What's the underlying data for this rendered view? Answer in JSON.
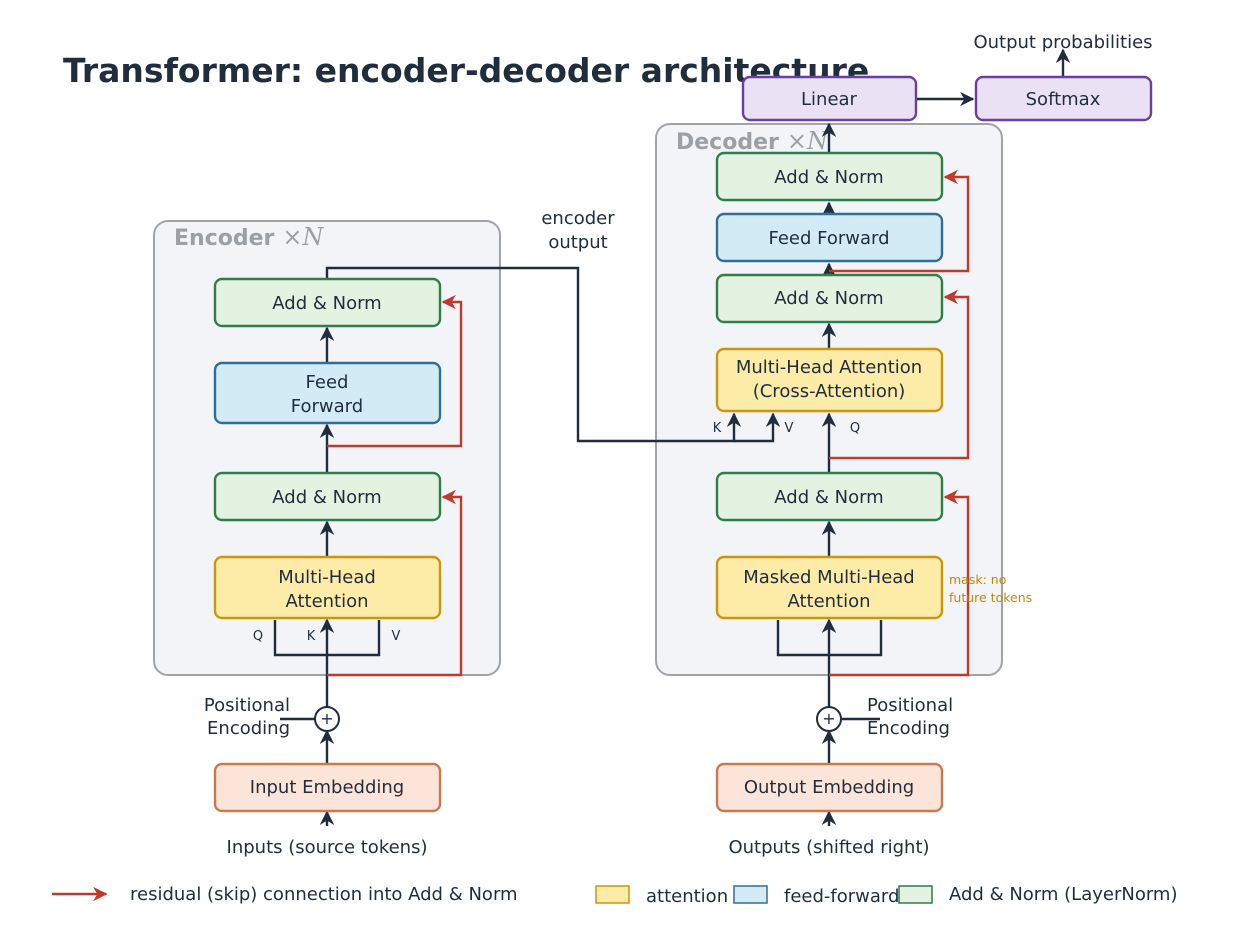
{
  "title": "Transformer: encoder-decoder architecture",
  "encoder": {
    "title": "Encoder",
    "repeat": "×N",
    "add_norm_top": "Add & Norm",
    "feed_forward_line1": "Feed",
    "feed_forward_line2": "Forward",
    "add_norm_bottom": "Add & Norm",
    "attention_line1": "Multi-Head",
    "attention_line2": "Attention",
    "q": "Q",
    "k": "K",
    "v": "V",
    "positional_line1": "Positional",
    "positional_line2": "Encoding",
    "embedding": "Input Embedding",
    "inputs": "Inputs (source tokens)"
  },
  "encoder_output_line1": "encoder",
  "encoder_output_line2": "output",
  "decoder": {
    "title": "Decoder",
    "repeat": "×N",
    "add_norm_top": "Add & Norm",
    "feed_forward": "Feed Forward",
    "add_norm_mid": "Add & Norm",
    "cross_line1": "Multi-Head Attention",
    "cross_line2": "(Cross-Attention)",
    "k": "K",
    "v": "V",
    "q": "Q",
    "add_norm_bottom": "Add & Norm",
    "masked_line1": "Masked Multi-Head",
    "masked_line2": "Attention",
    "mask_note_line1": "mask: no",
    "mask_note_line2": "future tokens",
    "positional_line1": "Positional",
    "positional_line2": "Encoding",
    "embedding": "Output Embedding",
    "outputs": "Outputs (shifted right)"
  },
  "linear": "Linear",
  "softmax": "Softmax",
  "output_probabilities": "Output probabilities",
  "legend": {
    "residual": "residual (skip) connection into Add & Norm",
    "attention": "attention",
    "feed_forward": "feed-forward",
    "add_norm": "Add & Norm (LayerNorm)"
  },
  "colors": {
    "attention_fill": "#fdeba8",
    "attention_stroke": "#c8960f",
    "ff_fill": "#d3ebf5",
    "ff_stroke": "#2e6f99",
    "norm_fill": "#e3f2e1",
    "norm_stroke": "#2e7d4a",
    "embed_fill": "#fde4d8",
    "embed_stroke": "#c97a4c",
    "out_fill": "#ebe1f5",
    "out_stroke": "#6a3fa0",
    "residual": "#c0392b",
    "stack_fill": "#f3f4f7",
    "stack_stroke": "#a0a4a8"
  }
}
